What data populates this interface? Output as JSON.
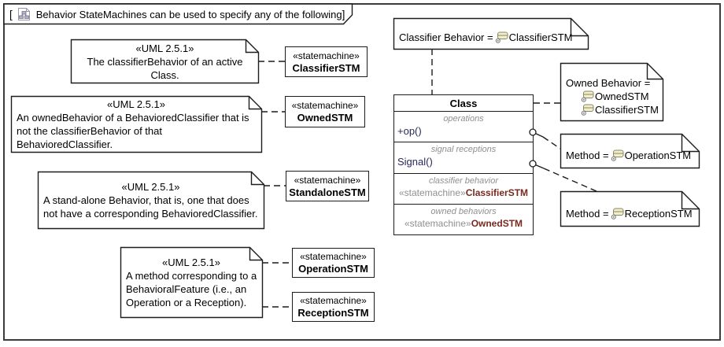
{
  "frame_title": {
    "open_bracket": "[",
    "text": "Behavior StateMachines can be used to specify any of the following",
    "close_bracket": "]"
  },
  "uml_notes": [
    {
      "stereotype": "«UML 2.5.1»",
      "lines": [
        "The classifierBehavior of an active Class."
      ]
    },
    {
      "stereotype": "«UML 2.5.1»",
      "lines": [
        "An ownedBehavior of a BehavioredClassifier that is",
        "not the classifierBehavior of that BehavioredClassifier."
      ]
    },
    {
      "stereotype": "«UML 2.5.1»",
      "lines": [
        "A stand-alone Behavior, that is, one that does",
        "not have a corresponding BehavioredClassifier."
      ]
    },
    {
      "stereotype": "«UML 2.5.1»",
      "lines": [
        "A method corresponding to a",
        "BehavioralFeature (i.e., an",
        "Operation or a Reception)."
      ]
    }
  ],
  "statemachine_boxes": [
    {
      "stereotype": "«statemachine»",
      "name": "ClassifierSTM"
    },
    {
      "stereotype": "«statemachine»",
      "name": "OwnedSTM"
    },
    {
      "stereotype": "«statemachine»",
      "name": "StandaloneSTM"
    },
    {
      "stereotype": "«statemachine»",
      "name": "OperationSTM"
    },
    {
      "stereotype": "«statemachine»",
      "name": "ReceptionSTM"
    }
  ],
  "class_box": {
    "name": "Class",
    "operations_label": "operations",
    "operation_entry": "+op()",
    "receptions_label": "signal receptions",
    "reception_entry": "Signal()",
    "classifier_behavior_label": "classifier behavior",
    "classifier_behavior_stereotype": "«statemachine»",
    "classifier_behavior_name": "ClassifierSTM",
    "owned_behaviors_label": "owned behaviors",
    "owned_behavior_stereotype": "«statemachine»",
    "owned_behavior_name": "OwnedSTM"
  },
  "value_notes": {
    "classifier_behavior": {
      "label": "Classifier Behavior = ",
      "value": "ClassifierSTM"
    },
    "owned_behavior": {
      "label": "Owned Behavior =",
      "values": [
        "OwnedSTM",
        "ClassifierSTM"
      ]
    },
    "method_operation": {
      "label": "Method = ",
      "value": "OperationSTM"
    },
    "method_reception": {
      "label": "Method = ",
      "value": "ReceptionSTM"
    }
  },
  "colors": {
    "stereotype_grey": "#8f8f8f",
    "member_navy": "#28285a",
    "reference_maroon": "#77291e",
    "icon_fill": "#f2eec9",
    "icon_border": "#8a8668",
    "line_black": "#1c1c1c"
  }
}
